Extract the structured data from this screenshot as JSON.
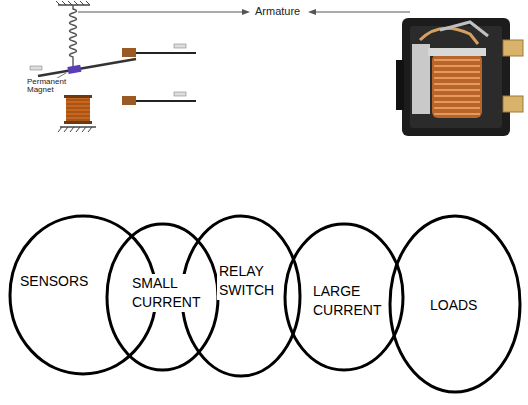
{
  "diagram": {
    "nodes": [
      {
        "text": [
          "SENSORS"
        ]
      },
      {
        "text": [
          "SMALL CURRENT"
        ]
      },
      {
        "text": [
          "RELAY SWITCH"
        ]
      },
      {
        "text": [
          "LARGE CURRENT"
        ]
      },
      {
        "text": [
          "LOADS"
        ]
      }
    ],
    "labels": [
      "Armature",
      "Permanent Magnet"
    ]
  }
}
